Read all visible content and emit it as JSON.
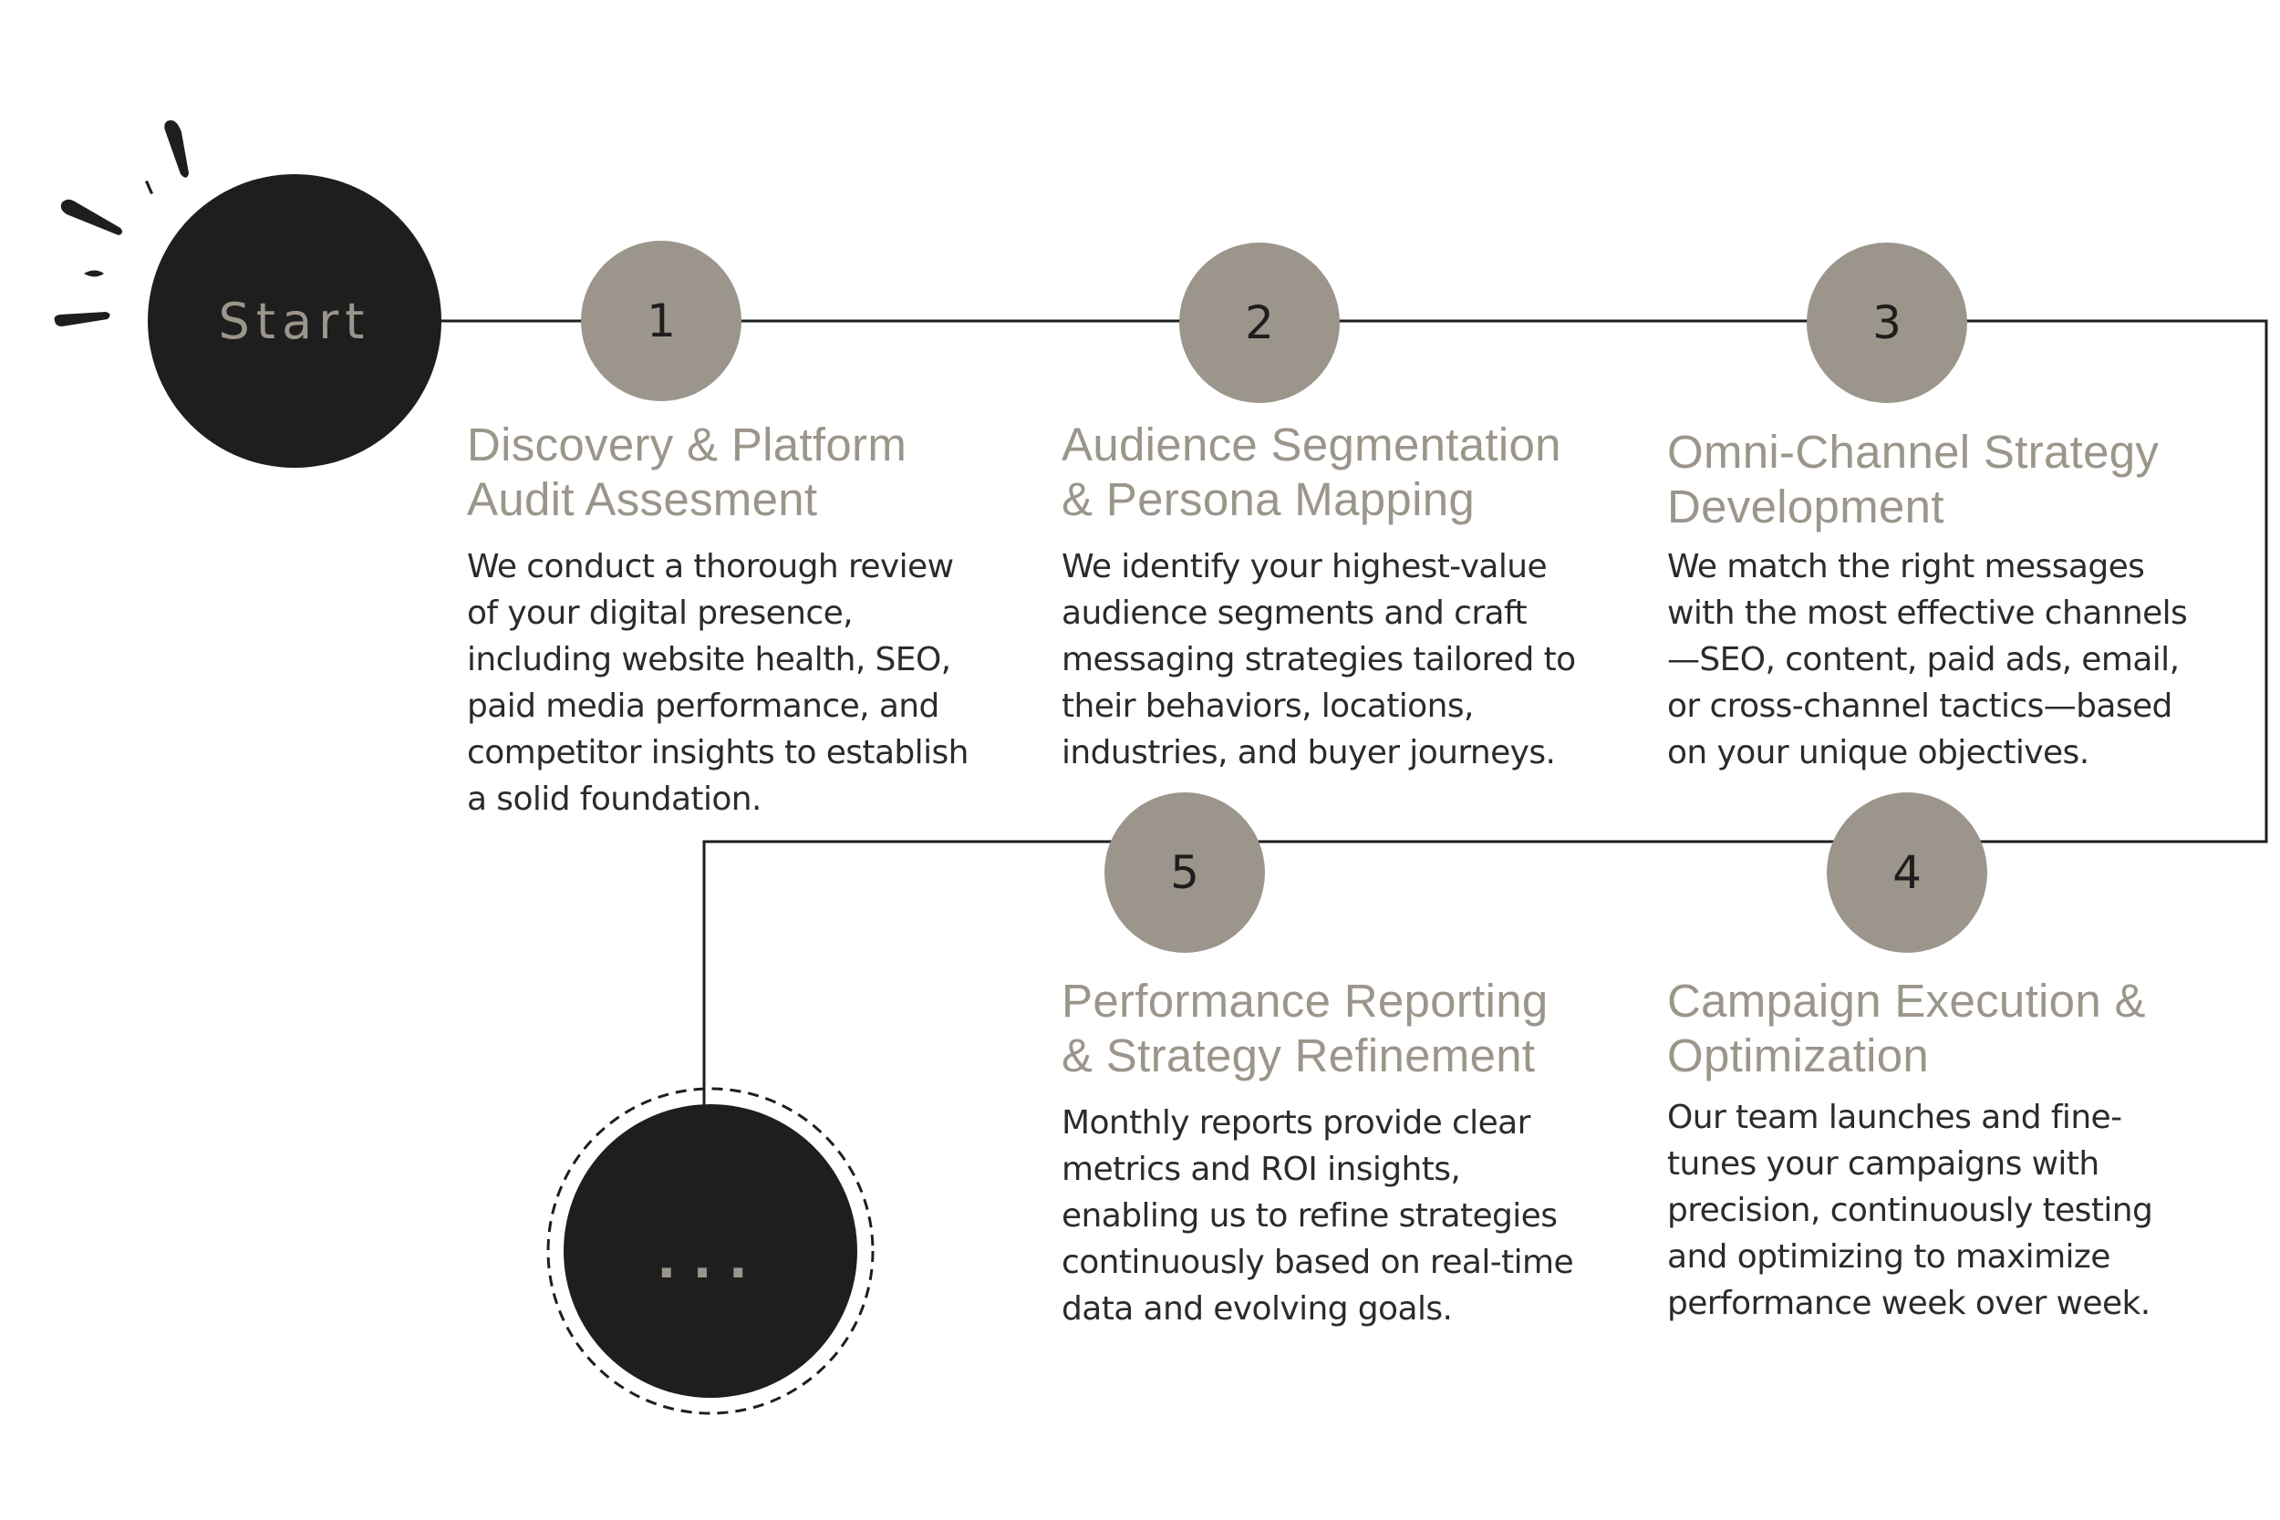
{
  "colors": {
    "dark_circle": "#1e1e1e",
    "step_circle": "#9b958b",
    "title_text": "#9b958b",
    "body_text": "#2b2b2b",
    "connector_line": "#1e1e1e"
  },
  "start_node": {
    "label": "Start"
  },
  "end_node": {
    "label": "..."
  },
  "steps": [
    {
      "number": "1",
      "title_lines": [
        "Discovery & Platform",
        "Audit Assesment"
      ],
      "description": "We conduct a thorough review of your digital presence, including website health, SEO, paid media performance, and competitor insights to establish a solid foundation."
    },
    {
      "number": "2",
      "title_lines": [
        "Audience Segmentation",
        "& Persona Mapping"
      ],
      "description": "We identify your highest-value audience segments and craft messaging strategies tailored to their behaviors, locations, industries, and buyer journeys."
    },
    {
      "number": "3",
      "title_lines": [
        "Omni-Channel Strategy",
        "Development"
      ],
      "description": "We match the right messages with the most effective channels—SEO, content, paid ads, email, or cross-channel tactics—based on your unique objectives."
    },
    {
      "number": "4",
      "title_lines": [
        "Campaign Execution &",
        "Optimization"
      ],
      "description": "Our team launches and fine-tunes your campaigns with precision, continuously testing and optimizing to maximize performance week over week."
    },
    {
      "number": "5",
      "title_lines": [
        "Performance Reporting",
        "& Strategy Refinement"
      ],
      "description": "Monthly reports provide clear metrics and ROI insights, enabling us to refine strategies continuously based on real-time data and evolving goals."
    }
  ]
}
